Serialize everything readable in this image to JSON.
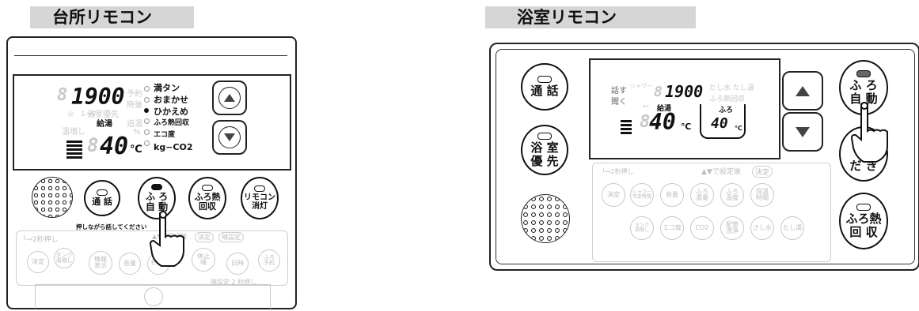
{
  "left": {
    "title": "台所リモコン",
    "lcd": {
      "time": "1900",
      "yoyaku": "予約",
      "ato": "時後",
      "faint_a": "☼",
      "faint_b": "1→0",
      "faint_c": "浴室優先",
      "faint_d": "温増し",
      "faint_e": "追温",
      "kyuto": "給湯",
      "temp": "40",
      "unit": "℃",
      "percent": "%",
      "status": [
        "満タン",
        "おまかせ",
        "ひかえめ",
        "ふろ熱回収",
        "エコ度",
        "kg−CO2"
      ]
    },
    "buttons": {
      "tsuwa": "通 話",
      "furo_line1": "ふ ろ",
      "furo_line2": "自 動",
      "furonetsu_line1": "ふろ熱",
      "furonetsu_line2": "回収",
      "remocon_line1": "リモコン",
      "remocon_line2": "消灯"
    },
    "talk_hint": "押しながら話してください",
    "ghost": {
      "two_sec": "└⊸2秒押し",
      "kettei": "決定",
      "tank": "タンク\n湯増し",
      "joho": "情報\n表示",
      "onryo": "音量",
      "mode": "モード",
      "kyushi": "休止\n晴",
      "nichiji": "日時",
      "furo_yoyaku": "ふろ\n予約",
      "settei_arrow": "▲▼で設定後",
      "kettei_pill": "決定",
      "hare_settei": "晴設定",
      "bottom_note": "晴設定 2 秒押し"
    }
  },
  "right": {
    "title": "浴室リモコン",
    "buttons": {
      "tsuwa": "通 話",
      "yokushitsu_line1": "浴 室",
      "yokushitsu_line2": "優 先",
      "furo_line1": "ふ ろ",
      "furo_line2": "自 動",
      "oidaki_line1": "追",
      "oidaki_line2": "だ き",
      "furonetsu_line1": "ふろ熱",
      "furonetsu_line2": "回 収"
    },
    "lcd": {
      "hanasu": "話す",
      "kiku": "聞く",
      "shower": "シャワー",
      "time": "1900",
      "tashimizu": "たし水 たし湯",
      "furo_netsu": "ふろ熱回収",
      "kyuto": "給湯",
      "temp": "40",
      "unit": "℃",
      "furo_label": "ふろ",
      "furo_temp": "40",
      "furo_unit": "℃"
    },
    "ghost": {
      "two_sec": "└⊸2秒押し",
      "settei_arrow": "▲▼で設定後",
      "kettei_pill": "決定",
      "row1": [
        "決定",
        "シャワー\n可変時間",
        "音量",
        "ふろ\n湯量",
        "ふろ\n温度",
        "保温\n時間"
      ],
      "row2": [
        "タンク\n湯増し",
        "エコ度",
        "CO2",
        "配管\n洗浄",
        "さし水",
        "たし湯"
      ]
    }
  },
  "colors": {
    "title_bg": "#d6d6d6",
    "ink": "#111111",
    "ghost": "#c8c8c8"
  }
}
